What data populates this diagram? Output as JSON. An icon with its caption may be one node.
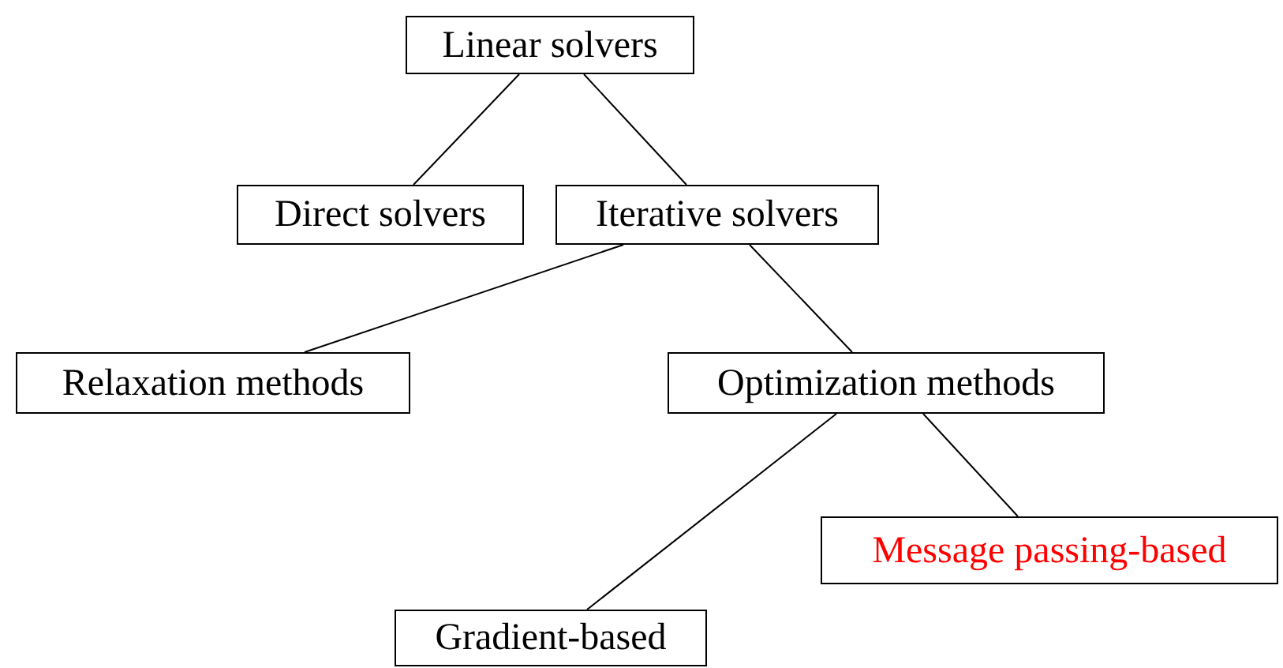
{
  "diagram": {
    "nodes": [
      {
        "text": [
          "Linear solvers"
        ]
      },
      {
        "text": [
          "Direct solvers"
        ]
      },
      {
        "text": [
          "Iterative solvers"
        ]
      },
      {
        "text": [
          "Relaxation methods"
        ]
      },
      {
        "text": [
          "Optimization methods"
        ]
      },
      {
        "text": [
          "Message passing-based"
        ]
      },
      {
        "text": [
          "Gradient-based"
        ]
      }
    ],
    "edges": [
      {
        "from": 0,
        "to": 1,
        "arrow": "none"
      },
      {
        "from": 0,
        "to": 2,
        "arrow": "none"
      },
      {
        "from": 2,
        "to": 3,
        "arrow": "none"
      },
      {
        "from": 2,
        "to": 4,
        "arrow": "none"
      },
      {
        "from": 4,
        "to": 6,
        "arrow": "none"
      },
      {
        "from": 4,
        "to": 5,
        "arrow": "none"
      }
    ]
  }
}
